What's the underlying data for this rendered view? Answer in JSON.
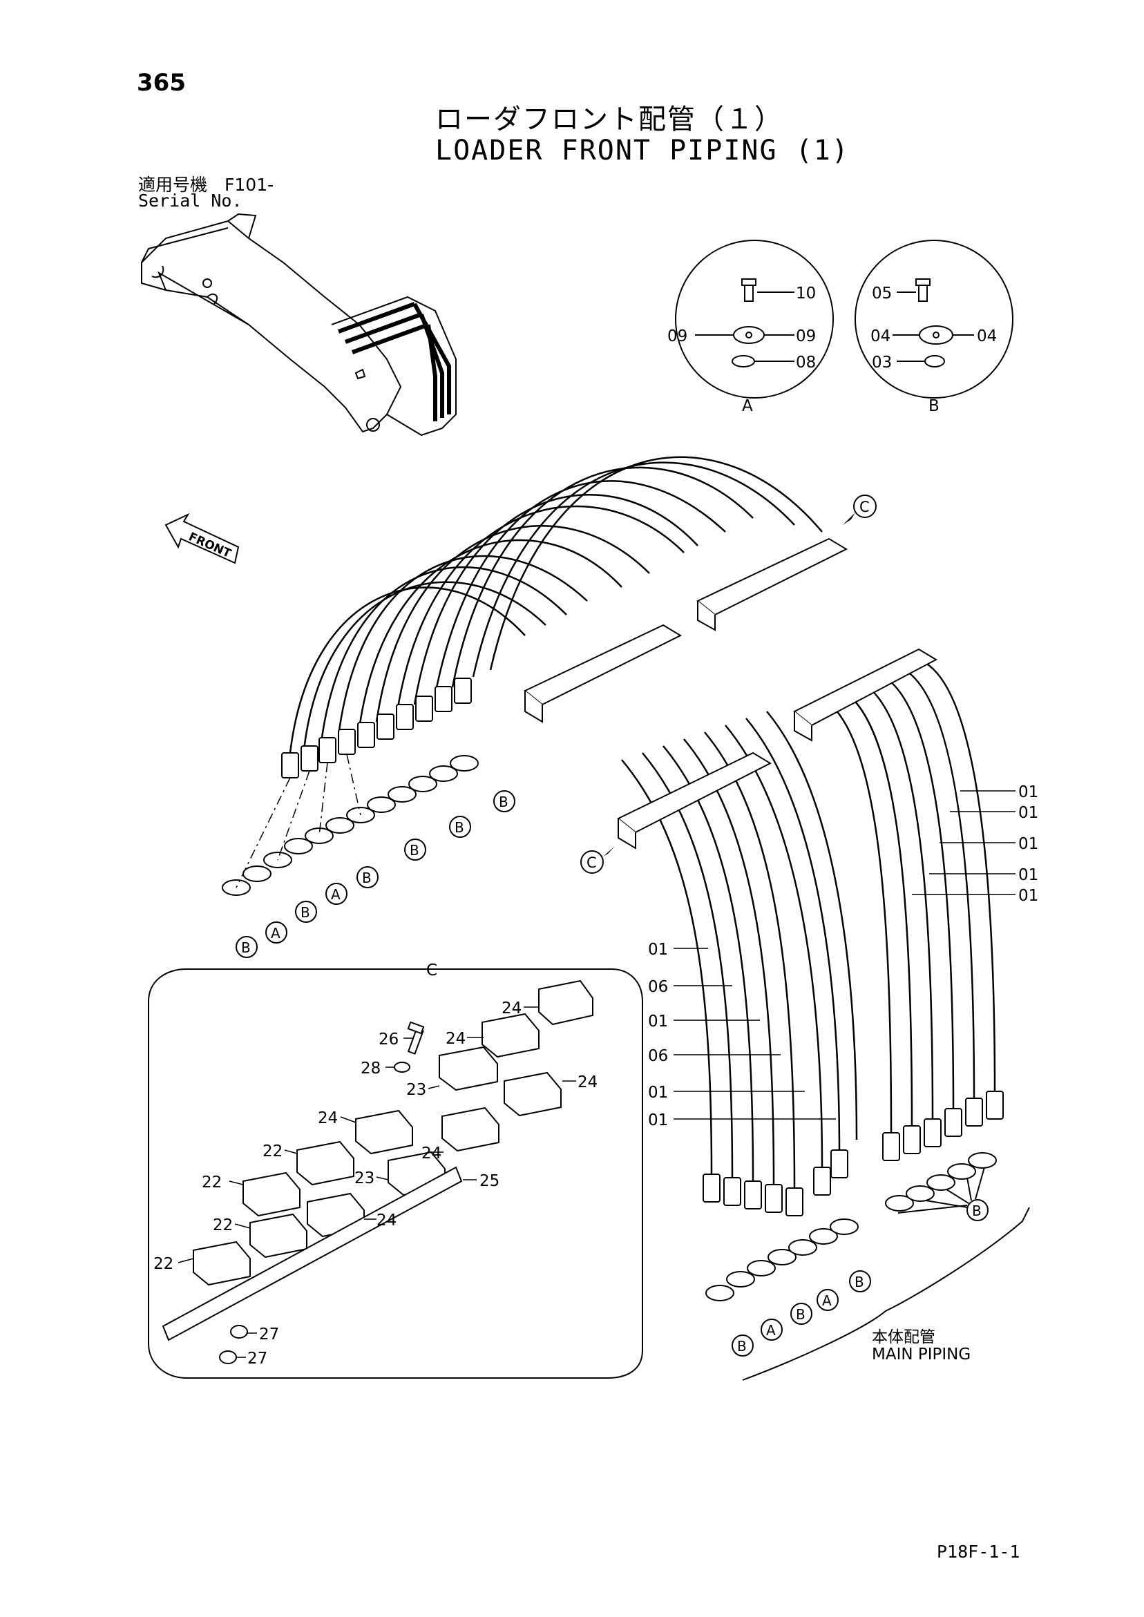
{
  "page_number": "365",
  "title_jp": "ローダフロント配管（１）",
  "title_en": "LOADER FRONT PIPING (1)",
  "applicable_model_label": "適用号機　F101-",
  "serial_no_label": "Serial No.",
  "front_label": "FRONT",
  "main_piping_jp": "本体配管",
  "main_piping_en": "MAIN PIPING",
  "page_code": "P18F-1-1",
  "detail_a": {
    "label": "A",
    "parts": [
      "10",
      "09",
      "09",
      "08"
    ]
  },
  "detail_b": {
    "label": "B",
    "parts": [
      "05",
      "04",
      "04",
      "03"
    ]
  },
  "detail_c": {
    "label": "C",
    "parts": [
      "24",
      "24",
      "24",
      "24",
      "24",
      "24",
      "23",
      "23",
      "22",
      "22",
      "22",
      "22",
      "25",
      "26",
      "27",
      "27",
      "28"
    ]
  },
  "right_hose_labels": [
    "01",
    "01",
    "01",
    "01",
    "01"
  ],
  "lower_hose_labels": [
    "01",
    "06",
    "01",
    "06",
    "01",
    "01"
  ],
  "fitting_markers": [
    "A",
    "B"
  ],
  "clamp_marker": "C"
}
